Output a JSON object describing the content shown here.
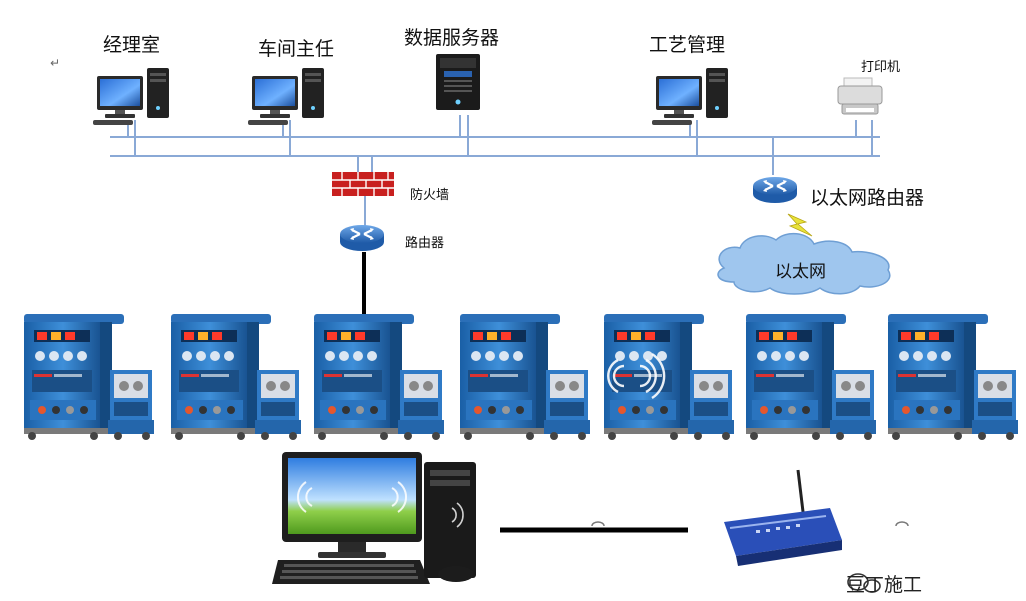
{
  "office": {
    "manager": "经理室",
    "workshop_director": "车间主任",
    "data_server": "数据服务器",
    "process_management": "工艺管理",
    "printer": "打印机"
  },
  "network": {
    "firewall": "防火墙",
    "router": "路由器",
    "ethernet_router": "以太网路由器",
    "ethernet_cloud": "以太网"
  },
  "watermark": "豆丁施工",
  "para_mark": "↵",
  "welders": {
    "count": 7
  },
  "colors": {
    "bus": "#8aa9d6",
    "welder_blue": "#1f6fb8",
    "firewall_red": "#c8201f",
    "router_blue": "#3a78c2",
    "cloud": "#9fc6ee",
    "lightning": "#e8e23a"
  }
}
